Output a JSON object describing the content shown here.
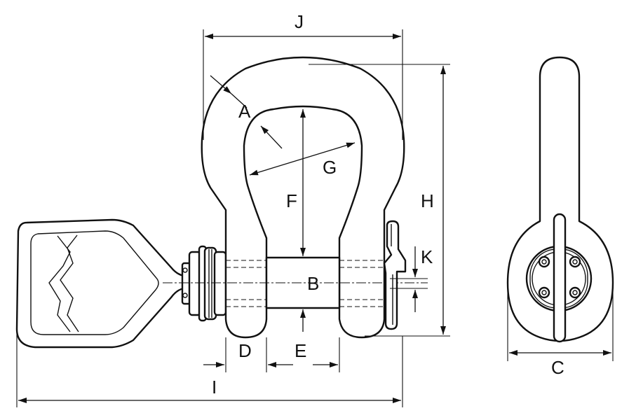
{
  "diagram": {
    "labels": {
      "A": "A",
      "B": "B",
      "C": "C",
      "D": "D",
      "E": "E",
      "F": "F",
      "G": "G",
      "H": "H",
      "I": "I",
      "J": "J",
      "K": "K"
    },
    "colors": {
      "line": "#111111",
      "background": "#ffffff"
    }
  }
}
